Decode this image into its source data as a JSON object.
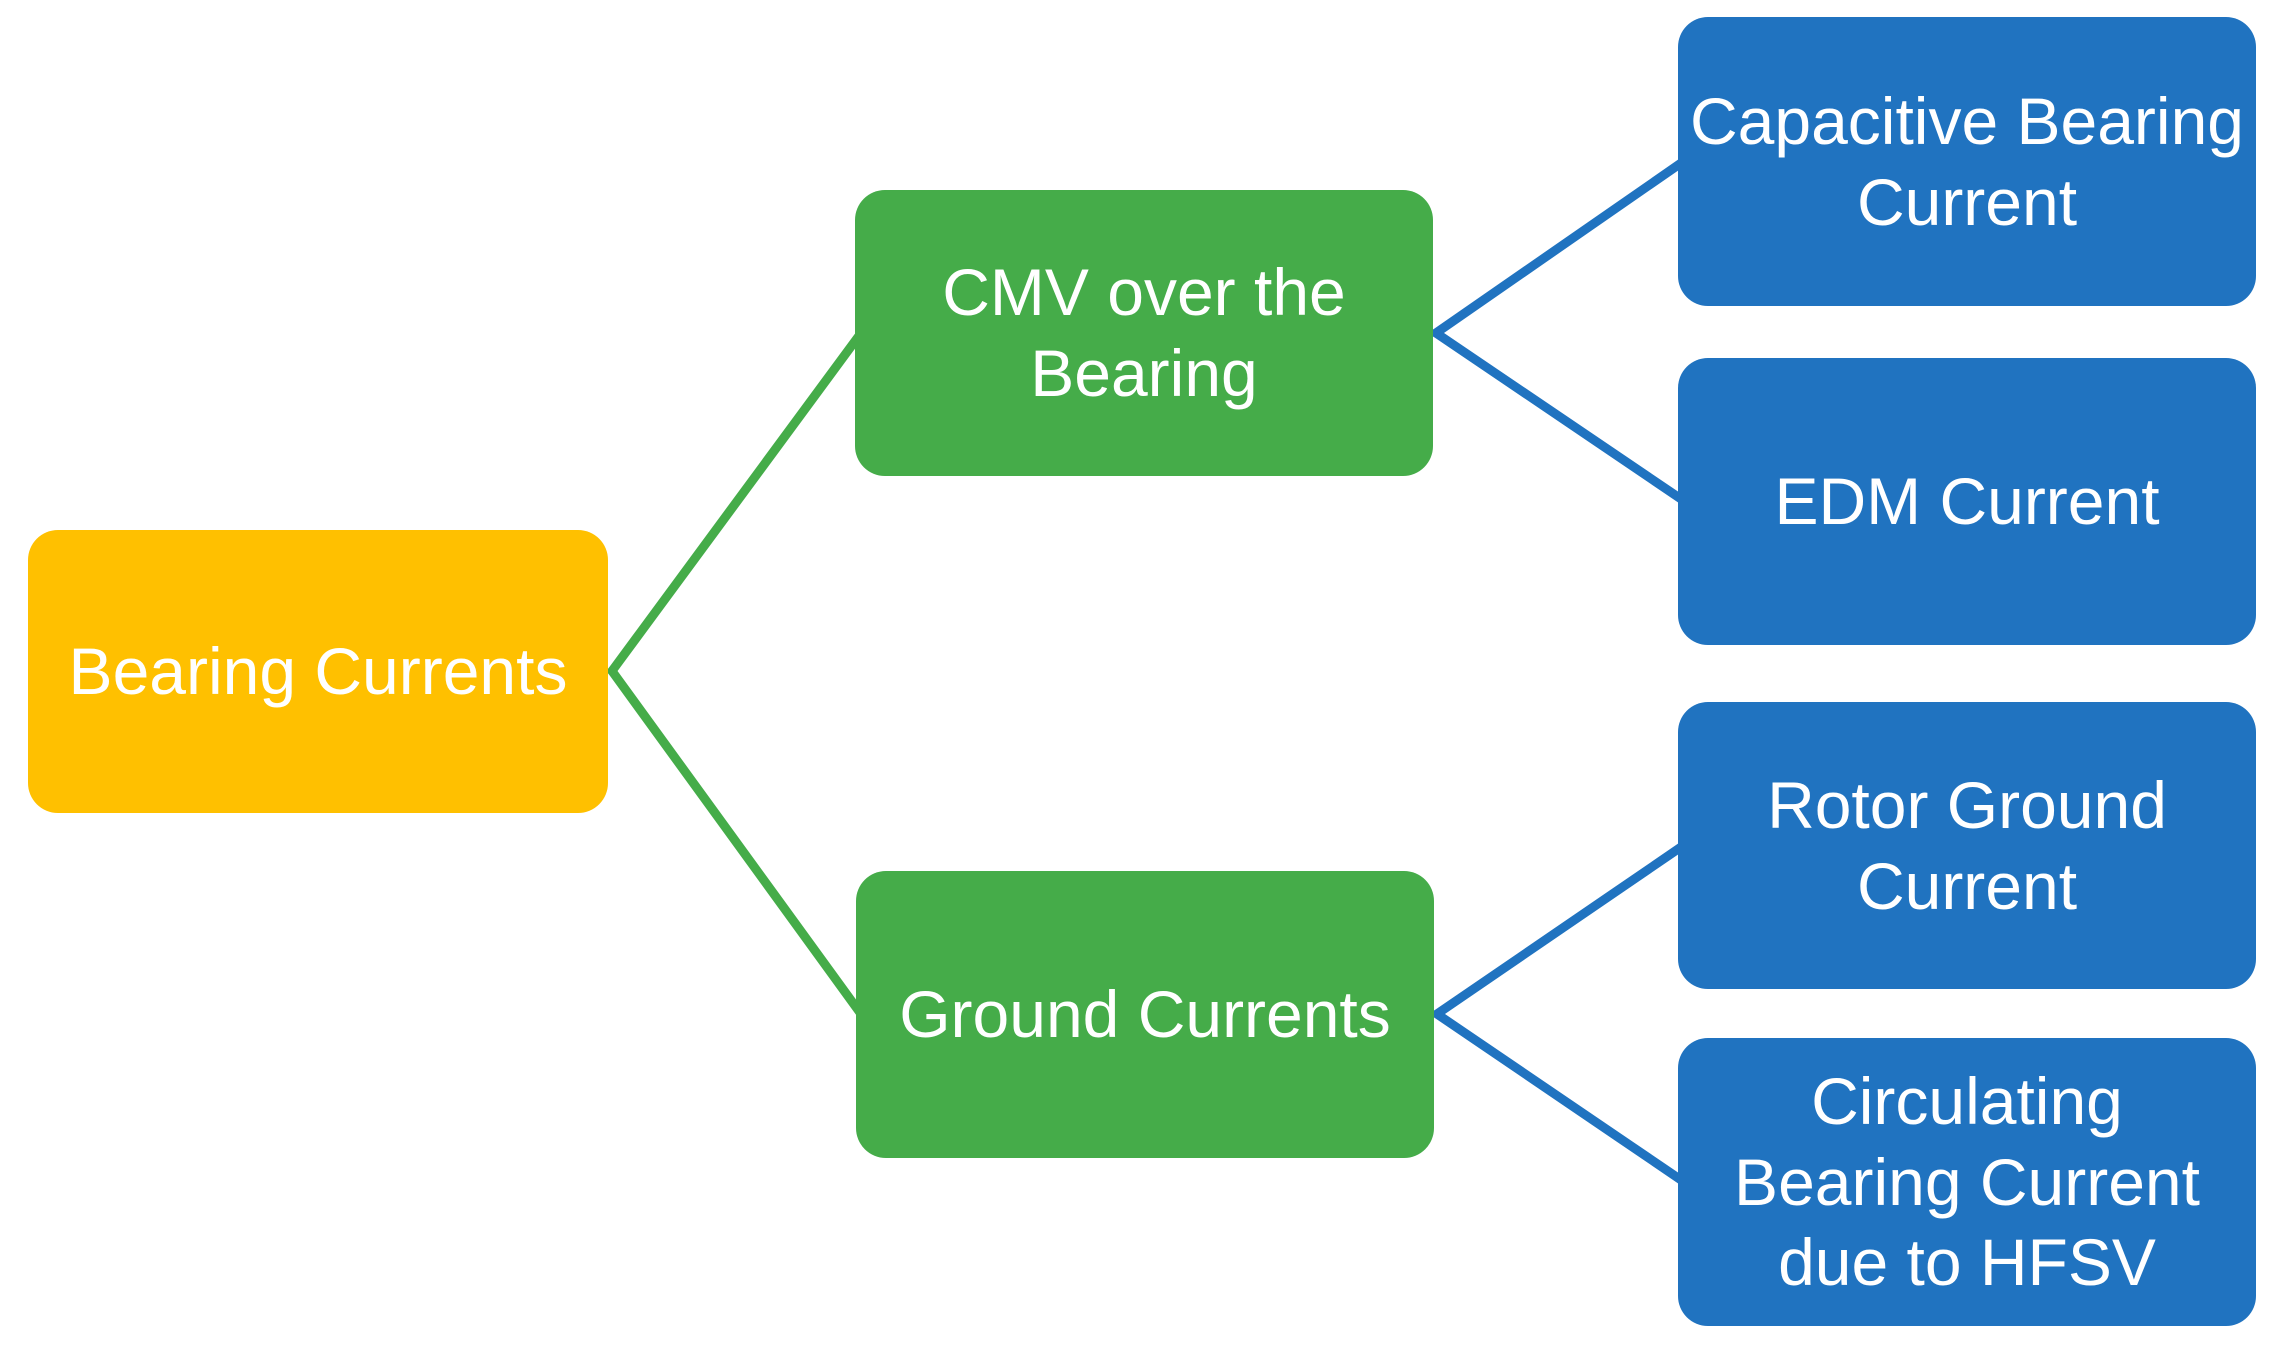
{
  "figure": {
    "type": "hierarchy-diagram",
    "palette": {
      "yellow": "#FFC000",
      "green": "#45AC49",
      "blue": "#2073C0",
      "text": "#FFFFFF",
      "background": "#FFFFFF"
    },
    "root": {
      "id": "bearing-currents",
      "label": "Bearing Currents",
      "color": "#FFC000"
    },
    "branches": [
      {
        "id": "cmv-over-the-bearing",
        "label": "CMV over the\nBearing",
        "color": "#45AC49",
        "children": [
          {
            "id": "capacitive-bearing-current",
            "label": "Capacitive Bearing\nCurrent",
            "color": "#2073C0"
          },
          {
            "id": "edm-current",
            "label": "EDM Current",
            "color": "#2073C0"
          }
        ]
      },
      {
        "id": "ground-currents",
        "label": "Ground Currents",
        "color": "#45AC49",
        "children": [
          {
            "id": "rotor-ground-current",
            "label": "Rotor Ground\nCurrent",
            "color": "#2073C0"
          },
          {
            "id": "circulating-bearing-current-due-to-hfsv",
            "label": "Circulating\nBearing Current\ndue to HFSV",
            "color": "#2073C0"
          }
        ]
      }
    ],
    "connector_colors": {
      "root_to_branch": "#45AC49",
      "branch_to_leaf": "#2073C0"
    }
  }
}
